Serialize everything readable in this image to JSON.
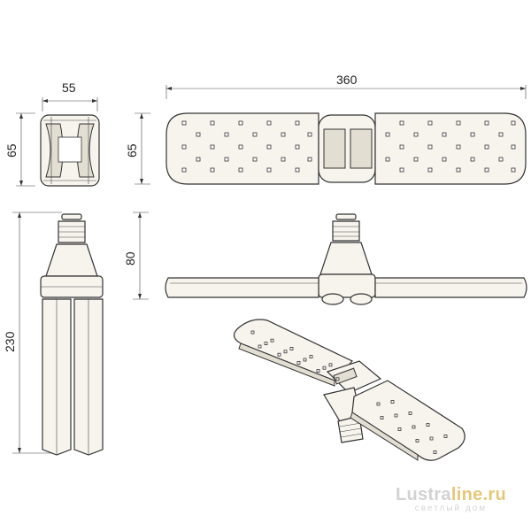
{
  "dimensions": {
    "top_width": "55",
    "top_height": "65",
    "panel_height": "65",
    "total_width": "360",
    "side_height": "80",
    "total_length": "230"
  },
  "watermark": {
    "brand_main": "Lustra",
    "brand_accent": "line.ru",
    "tagline": "светлый дом"
  },
  "colors": {
    "line": "#333333",
    "fill": "#f7f4ee",
    "watermark": "#d2d2d2",
    "watermark_accent": "#e6c77a"
  }
}
